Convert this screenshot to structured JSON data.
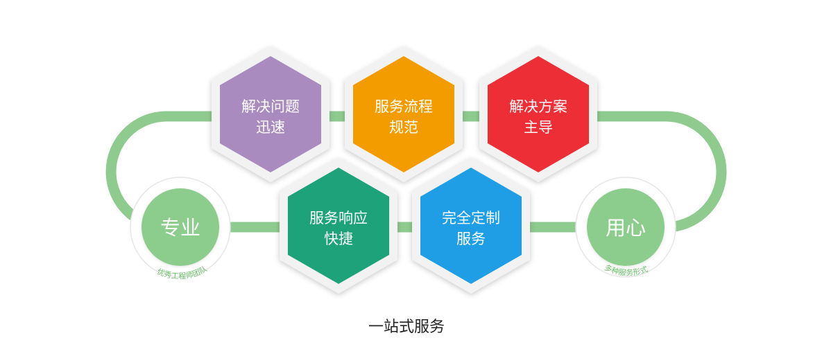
{
  "colors": {
    "track": "#8fcb8f",
    "circle": "#8ccc8c",
    "ring_text": "#6abf6a",
    "hex_border": "#f2f2f2"
  },
  "left_circle": {
    "title": "专业",
    "ring_label": "优秀工程师团队"
  },
  "right_circle": {
    "title": "用心",
    "ring_label": "多种服务形式"
  },
  "hexagons": [
    {
      "line1": "解决问题",
      "line2": "迅速",
      "color": "#a98bc0"
    },
    {
      "line1": "服务流程",
      "line2": "规范",
      "color": "#f29c00"
    },
    {
      "line1": "解决方案",
      "line2": "主导",
      "color": "#ee2e37"
    },
    {
      "line1": "服务响应",
      "line2": "快捷",
      "color": "#1ea27a"
    },
    {
      "line1": "完全定制",
      "line2": "服务",
      "color": "#1f9ee6"
    }
  ],
  "caption": "一站式服务"
}
